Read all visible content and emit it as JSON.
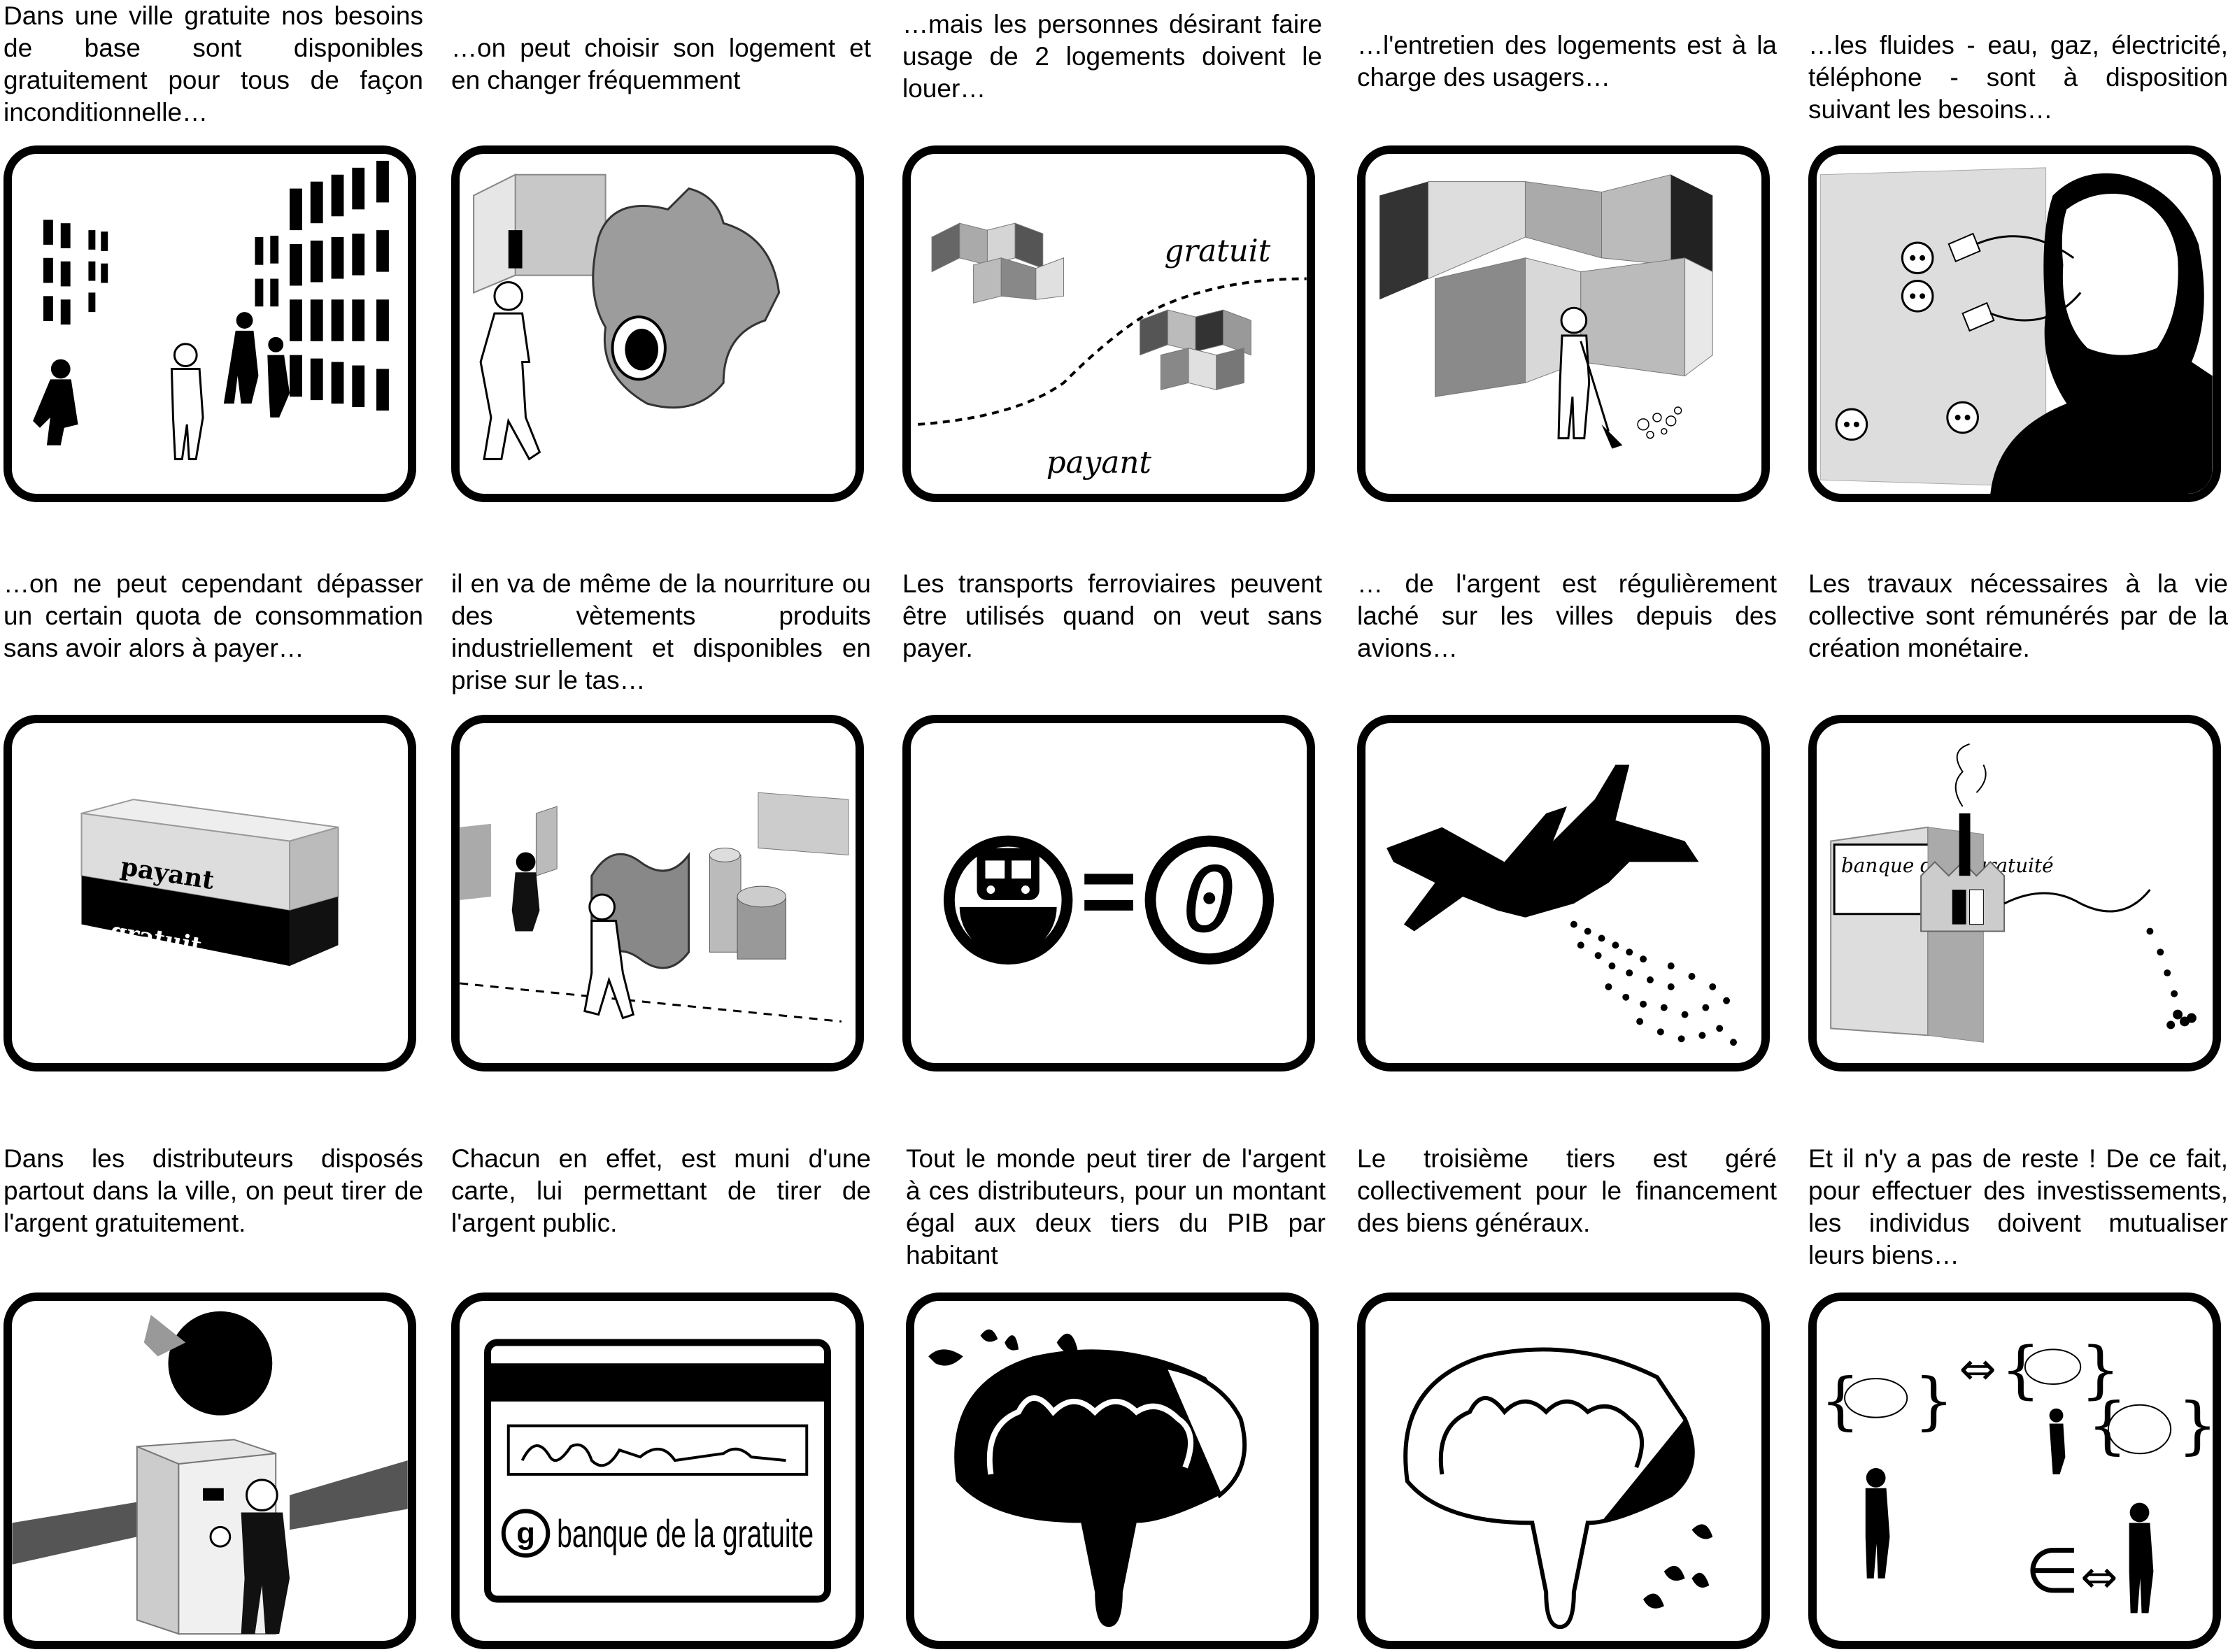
{
  "panels": [
    {
      "caption": "Dans une ville gratuite nos besoins de base sont disponibles gratuitement pour tous de façon inconditionnelle…",
      "illustration": "street-with-buildings-and-walking-people"
    },
    {
      "caption": "…on peut choisir son logement et en changer fréquemment",
      "illustration": "person-walking-past-houses"
    },
    {
      "caption": "…mais les personnes désirant faire usage de 2 logements doivent le louer…",
      "illustration": "housing-gratuit-payant-divide",
      "labels": {
        "top": "gratuit",
        "bottom": "payant"
      }
    },
    {
      "caption": "…l'entretien des logements est à la charge des usagers…",
      "illustration": "person-sweeping-in-front-of-houses"
    },
    {
      "caption": "…les fluides - eau, gaz, électricité, téléphone - sont à disposition suivant les besoins…",
      "illustration": "head-plugged-into-wall-sockets"
    },
    {
      "caption": "…on ne peut cependant dépasser un certain quota de consommation sans avoir alors à payer…",
      "illustration": "box-payant-gratuit",
      "labels": {
        "top": "payant",
        "bottom": "gratuit"
      }
    },
    {
      "caption": "il en va de même de la nourriture ou des vètements produits industriellement et disponibles en prise sur le tas…",
      "illustration": "people-taking-goods-from-pile"
    },
    {
      "caption": "Les transports ferroviaires peuvent être utilisés quand on veut sans payer.",
      "illustration": "train-icon-equals-zero",
      "labels": {
        "symbol": "=",
        "value": "0"
      }
    },
    {
      "caption": "… de l'argent est régulièrement laché sur les villes depuis des avions…",
      "illustration": "airplane-dropping-money"
    },
    {
      "caption": "Les travaux nécessaires à la vie collective sont rémunérés par de la création monétaire.",
      "illustration": "factory-bank-of-gratuity",
      "labels": {
        "sign": "banque de la gratuité"
      }
    },
    {
      "caption": "Dans les distributeurs disposés partout dans la ville, on peut tirer de l'argent gratuitement.",
      "illustration": "person-at-cash-machine"
    },
    {
      "caption": "Chacun en effet, est muni d'une carte, lui permettant de tirer de l'argent public.",
      "illustration": "bank-card",
      "labels": {
        "bank": "banque de la gratuite",
        "logo": "g"
      }
    },
    {
      "caption": "Tout le monde peut tirer de l'argent à ces distributeurs, pour un montant égal aux deux tiers du PIB par habitant",
      "illustration": "tree-two-thirds-filled"
    },
    {
      "caption": "Le troisième tiers est géré collectivement pour le financement des biens généraux.",
      "illustration": "tree-one-third-filled"
    },
    {
      "caption": "Et il n'y a pas de reste ! De ce fait, pour effectuer des investissements, les individus doivent mutualiser leurs biens…",
      "illustration": "people-sharing-goods",
      "labels": {
        "element_of": "∈",
        "exchange": "⇔",
        "brace_open": "{",
        "brace_close": "}"
      }
    }
  ]
}
